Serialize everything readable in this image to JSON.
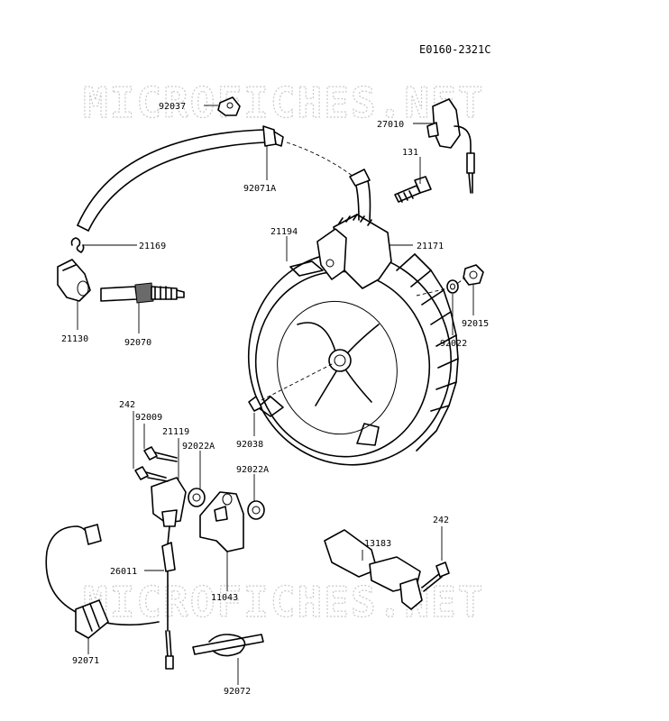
{
  "diagram": {
    "reference_code": "E0160-2321C",
    "watermark": "MICROFICHES.NET",
    "part_labels": {
      "p92037": "92037",
      "p27010": "27010",
      "p131": "131",
      "p92071A": "92071A",
      "p21194": "21194",
      "p21171": "21171",
      "p21169": "21169",
      "p21130": "21130",
      "p92070": "92070",
      "p92015": "92015",
      "p92022": "92022",
      "p92038": "92038",
      "p242a": "242",
      "p92009": "92009",
      "p21119": "21119",
      "p92022Aa": "92022A",
      "p92022Ab": "92022A",
      "p242b": "242",
      "p13183": "13183",
      "p26011": "26011",
      "p11043": "11043",
      "p92071": "92071",
      "p92072": "92072"
    }
  }
}
